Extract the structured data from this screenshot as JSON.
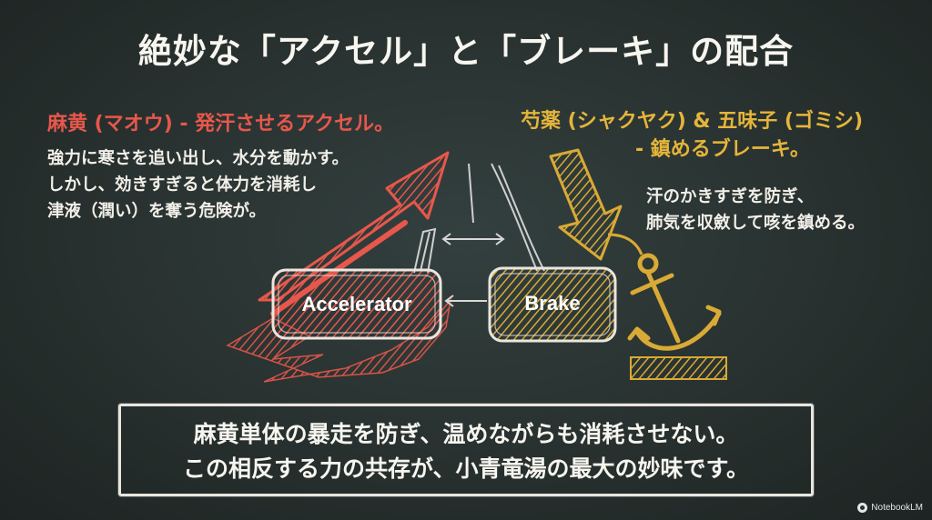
{
  "title": "絶妙な「アクセル」と「ブレーキ」の配合",
  "left": {
    "heading": "麻黄 (マオウ) - 発汗させるアクセル。",
    "lines": [
      "強力に寒さを追い出し、水分を動かす。",
      "しかし、効きすぎると体力を消耗し",
      "津液（潤い）を奪う危険が。"
    ],
    "color": "#e8574b"
  },
  "right": {
    "heading_line1": "芍薬 (シャクヤク) & 五味子 (ゴミシ)",
    "heading_line2": "- 鎮めるブレーキ。",
    "lines": [
      "汗のかきすぎを防ぎ、",
      "肺気を収斂して咳を鎮める。"
    ],
    "color": "#e5b53a"
  },
  "diagram": {
    "accelerator_label": "Accelerator",
    "brake_label": "Brake",
    "accelerator_color": "#e8574b",
    "brake_color": "#d9aa35",
    "icons": [
      "up-arrow-icon",
      "down-arrow-icon",
      "anchor-icon",
      "double-arrow-icon",
      "left-arrow-icon"
    ]
  },
  "summary": {
    "line1": "麻黄単体の暴走を防ぎ、温めながらも消耗させない。",
    "line2": "この相反する力の共存が、小青竜湯の最大の妙味です。"
  },
  "credit": "NotebookLM"
}
